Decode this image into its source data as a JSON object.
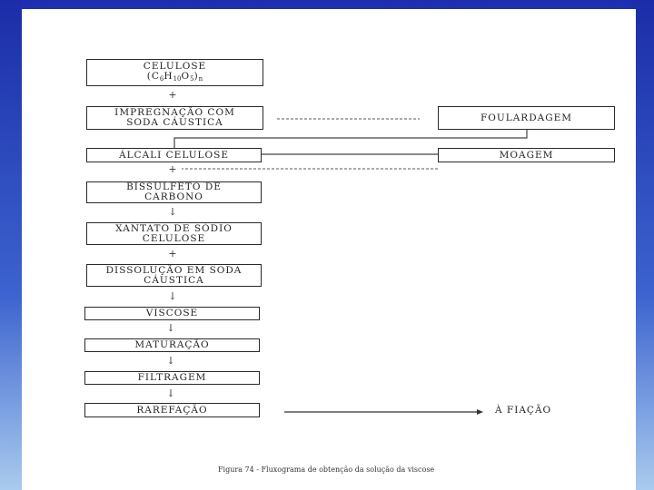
{
  "flow": {
    "celulose_line1": "CELULOSE",
    "celulose_formula_pre": "(C",
    "celulose_sub1": "6",
    "celulose_h": "H",
    "celulose_sub2": "10",
    "celulose_o": "O",
    "celulose_sub3": "5",
    "celulose_close": ")",
    "celulose_sub4": "n",
    "impregnacao_line1": "IMPREGNAÇÃO COM",
    "impregnacao_line2": "SODA CÁUSTICA",
    "alcali": "ÁLCALI CELULOSE",
    "bissulfeto_line1": "BISSULFETO DE",
    "bissulfeto_line2": "CARBONO",
    "xantato_line1": "XANTATO DE SÓDIO",
    "xantato_line2": "CELULOSE",
    "dissolucao_line1": "DISSOLUÇÃO EM SODA",
    "dissolucao_line2": "CÁUSTICA",
    "viscose": "VISCOSE",
    "maturacao": "MATURAÇÃO",
    "filtragem": "FILTRAGEM",
    "rarefacao": "RAREFAÇÃO"
  },
  "side": {
    "foulardagem": "FOULARDAGEM",
    "moagem": "MOAGEM",
    "fiacao": "À FIAÇÃO"
  },
  "connectors": {
    "plus": "+",
    "arrow": "↓"
  },
  "caption": "Figura 74 - Fluxograma de obtenção da solução da viscose"
}
